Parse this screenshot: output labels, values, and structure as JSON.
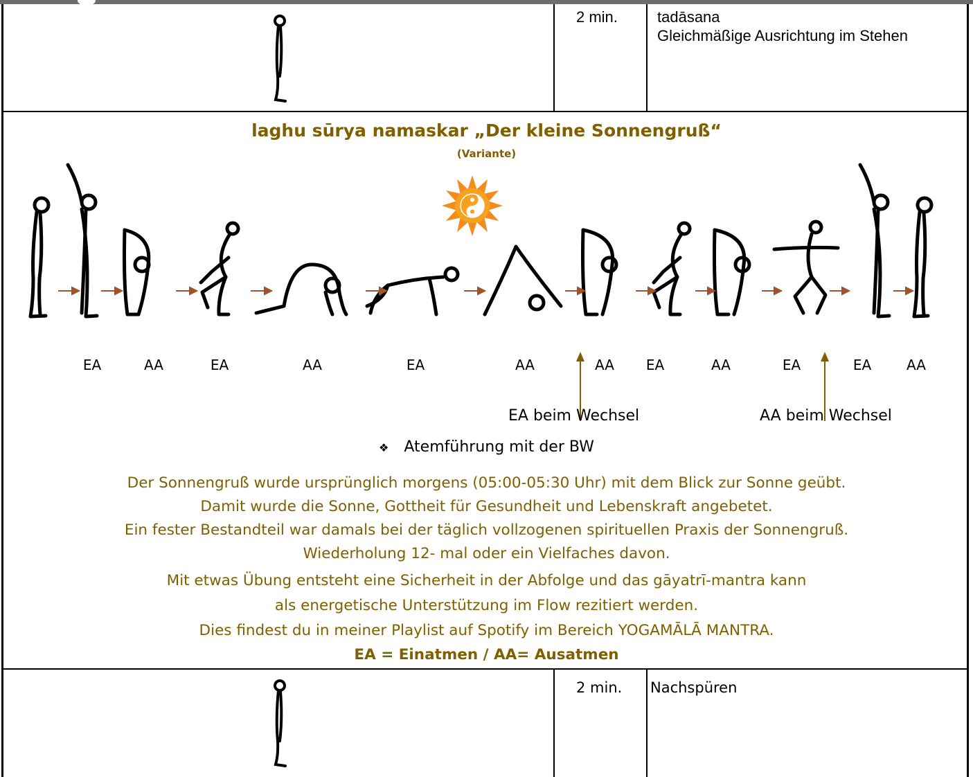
{
  "row_top": {
    "duration": "2 min.",
    "pose_name": "tadāsana",
    "pose_desc": "Gleichmäßige Ausrichtung im Stehen"
  },
  "section": {
    "title": "laghu sūrya namaskar „Der kleine Sonnengruß“",
    "subtitle": "(Variante)",
    "breath_labels": [
      "EA",
      "AA",
      "EA",
      "AA",
      "EA",
      "AA",
      "AA",
      "EA",
      "AA",
      "EA",
      "EA",
      "AA"
    ],
    "note_left": "EA beim Wechsel",
    "note_right": "AA beim Wechsel",
    "bullet": "Atemführung mit der BW",
    "paragraph": [
      "Der Sonnengruß wurde ursprünglich morgens (05:00-05:30 Uhr) mit dem Blick zur Sonne geübt.",
      "Damit wurde die Sonne, Gottheit für Gesundheit und Lebenskraft angebetet.",
      "Ein fester Bestandteil war damals bei der täglich vollzogenen spirituellen Praxis der Sonnengruß.",
      "Wiederholung 12- mal oder ein Vielfaches davon.",
      "Mit etwas Übung entsteht eine Sicherheit in der Abfolge und das gāyatrī-mantra kann",
      "als energetische Unterstützung im Flow rezitiert werden.",
      "Dies findest du in meiner Playlist auf Spotify im Bereich YOGAMĀLĀ MANTRA."
    ],
    "legend": "EA = Einatmen / AA= Ausatmen",
    "colors": {
      "gold": "#7f5f00",
      "arrow": "#a0522d",
      "sun": "#f28c1c"
    }
  },
  "row_bottom": {
    "duration": "2 min.",
    "pose_name": "Nachspüren"
  },
  "icons": [
    "standing-figure-icon",
    "sun-yin-yang-icon",
    "arrow-right-icon",
    "arrow-up-icon",
    "diamond-bullet-icon"
  ]
}
